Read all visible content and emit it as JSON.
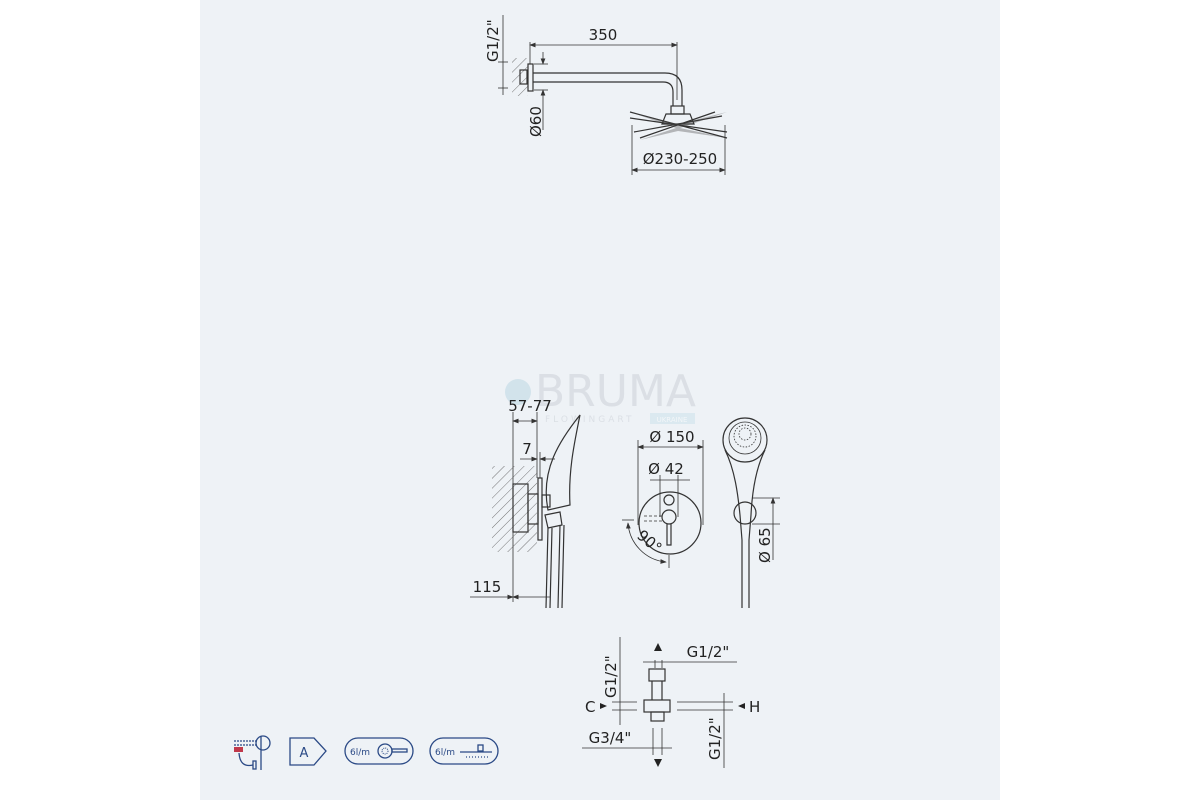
{
  "watermark": {
    "brand": "BRUMA",
    "tagline": "FLOWINGART",
    "region": "UKRAINE"
  },
  "overhead_shower": {
    "inlet_thread": "G1/2\"",
    "arm_length": "350",
    "flange_diameter": "Ø60",
    "head_diameter": "Ø230-250"
  },
  "mixer_side_view": {
    "depth_range": "57-77",
    "offset": "7",
    "projection": "115"
  },
  "mixer_front_view": {
    "plate_diameter": "Ø 150",
    "lever_diameter": "Ø 42",
    "rotation": "90°"
  },
  "hand_shower": {
    "holder_diameter": "Ø 65"
  },
  "valve_body": {
    "top_outlet": "G1/2\"",
    "cold_inlet_thread": "G1/2\"",
    "cold_label": "C",
    "hot_label": "H",
    "hot_inlet_thread": "G1/2\"",
    "bottom_outlet": "G3/4\""
  },
  "feature_icons": [
    {
      "icon": "diverter-hand-shower-icon"
    },
    {
      "icon": "energy-class-icon",
      "label": "A"
    },
    {
      "icon": "hand-shower-flow-icon",
      "label": "6l/m"
    },
    {
      "icon": "overhead-shower-flow-icon",
      "label": "6l/m"
    }
  ],
  "colors": {
    "panel": "#eef2f6",
    "icon": "#2b4a86",
    "accent": "#c0394b"
  }
}
